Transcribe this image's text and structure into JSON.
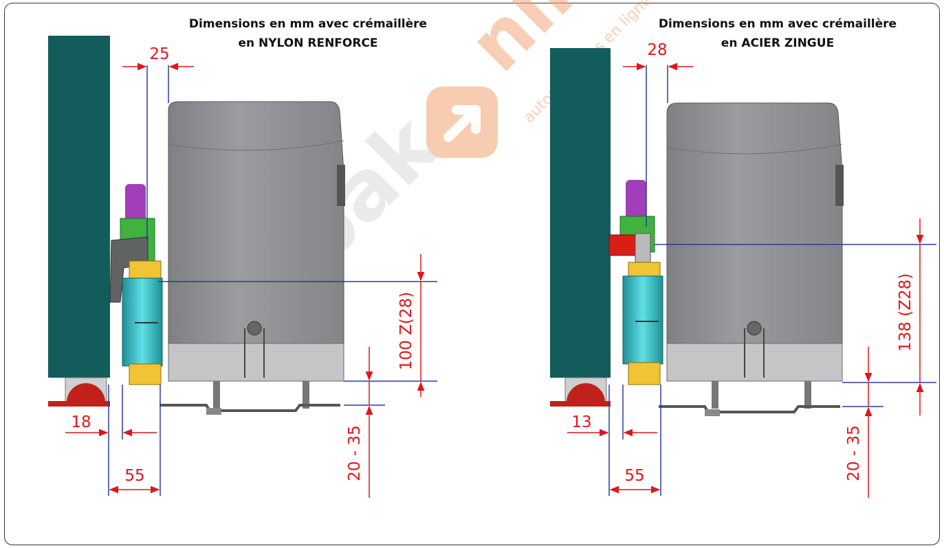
{
  "colors": {
    "gate": "#135c5c",
    "motor": "#8f9194",
    "motor_base": "#c4c5c7",
    "dim_red": "#e3151a",
    "dim_blue": "#2a3aa0",
    "gear": "#f0c434",
    "pinion": "#3ec8cf",
    "bracket_green": "#3fb23f",
    "cap_purple": "#a23fb8",
    "stopper_red": "#d91e18",
    "watermark": "#f3a77a"
  },
  "watermark": {
    "brand_left": "bak",
    "brand_right": "nline",
    "tagline": "automatismes en ligne",
    "icon": "arrow-up-right-icon"
  },
  "left": {
    "title_line1": "Dimensions en mm avec crémaillère",
    "title_line2": "en NYLON RENFORCE",
    "dim_top": "25",
    "dim_rack_height": "100 Z(28)",
    "dim_base": "20 - 35",
    "dim_gate": "18",
    "dim_offset": "55"
  },
  "right": {
    "title_line1": "Dimensions en mm avec crémaillère",
    "title_line2": "en ACIER ZINGUE",
    "dim_top": "28",
    "dim_rack_height": "138 (Z28)",
    "dim_base": "20 - 35",
    "dim_gate": "13",
    "dim_offset": "55"
  }
}
